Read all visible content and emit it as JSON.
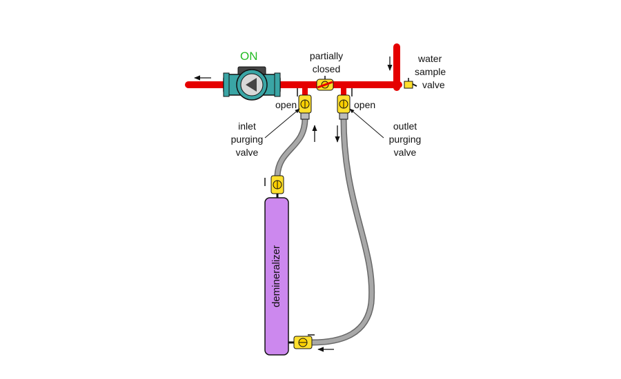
{
  "pump": {
    "status": "ON",
    "status_color": "#22bb22",
    "body_color": "#3aa5a5",
    "motor_color": "#444444"
  },
  "pipe_color": "#e50000",
  "hose_color": "#a8a8a8",
  "valve_color": "#ffe02e",
  "demineralizer": {
    "label": "demineralizer",
    "color": "#cc88ee"
  },
  "labels": {
    "partially": "partially",
    "closed": "closed",
    "water": "water",
    "sample": "sample",
    "valve_word": "valve",
    "open_left": "open",
    "open_right": "open",
    "inlet_1": "inlet",
    "inlet_2": "purging",
    "inlet_3": "valve",
    "outlet_1": "outlet",
    "outlet_2": "purging",
    "outlet_3": "valve"
  }
}
